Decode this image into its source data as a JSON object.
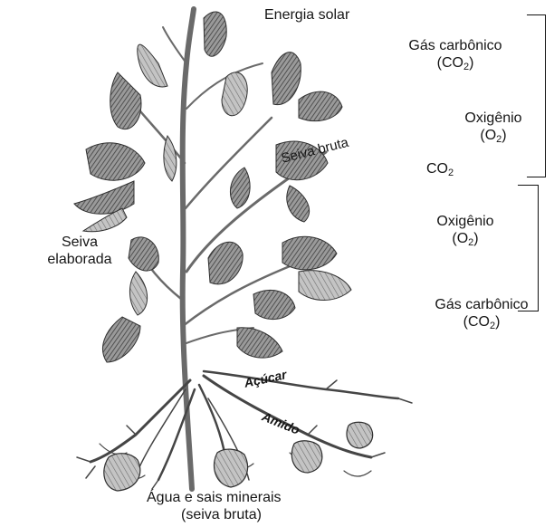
{
  "labels": {
    "energia_solar": "Energia solar",
    "gas_carbonico_top": "Gás carbônico",
    "co2_top_base": "(CO",
    "co2_top_sub": "2",
    "co2_top_close": ")",
    "oxigenio_top": "Oxigênio",
    "o2_top_base": "(O",
    "o2_top_sub": "2",
    "o2_top_close": ")",
    "co2_mid_base": "CO",
    "co2_mid_sub": "2",
    "oxigenio_bottom": "Oxigênio",
    "o2_bottom_base": "(O",
    "o2_bottom_sub": "2",
    "o2_bottom_close": ")",
    "gas_carbonico_bottom": "Gás carbônico",
    "co2_bottom_base": "(CO",
    "co2_bottom_sub": "2",
    "co2_bottom_close": ")",
    "seiva_elaborada_line1": "Seiva",
    "seiva_elaborada_line2": "elaborada",
    "seiva_bruta_stem": "Seiva bruta",
    "acucar": "Açúcar",
    "amido": "Amido",
    "agua_sais": "Água e sais minerais",
    "seiva_bruta_bottom": "(seiva bruta)"
  },
  "colors": {
    "ink": "#161616",
    "leaf_dark": "#4a4a4a",
    "leaf_mid": "#8a8a8a",
    "stem": "#6a6a6a"
  }
}
